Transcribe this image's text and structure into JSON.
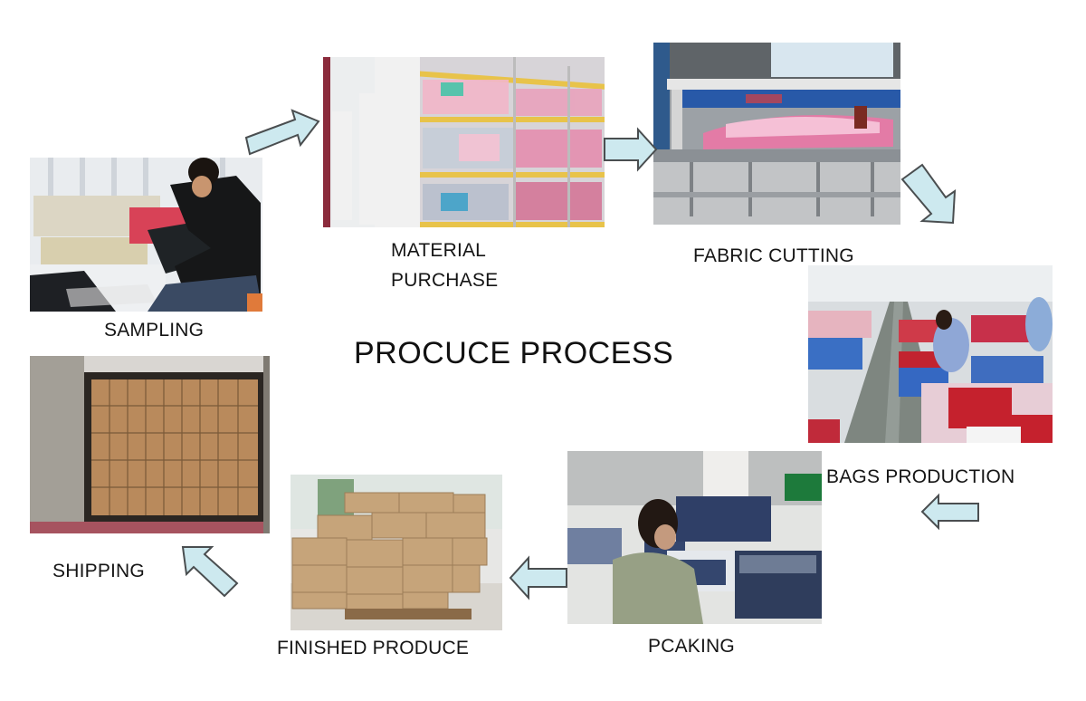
{
  "title": "PROCUCE PROCESS",
  "arrow_fill": "#cde9ef",
  "arrow_stroke": "#4a4e50",
  "steps": [
    {
      "label": "SAMPLING",
      "photo": "worker-at-sewing-machine"
    },
    {
      "label_line1": "MATERIAL",
      "label_line2": "PURCHASE",
      "photo": "fabric-rolls-on-yellow-shelves"
    },
    {
      "label": "FABRIC CUTTING",
      "photo": "fabric-cutting-machine"
    },
    {
      "label": "BAGS PRODUCTION",
      "photo": "bag-production-floor"
    },
    {
      "label": "PCAKING",
      "photo": "worker-packing-bags"
    },
    {
      "label": "FINISHED PRODUCE",
      "photo": "cartons-on-pallet"
    },
    {
      "label": "SHIPPING",
      "photo": "loaded-container"
    }
  ]
}
